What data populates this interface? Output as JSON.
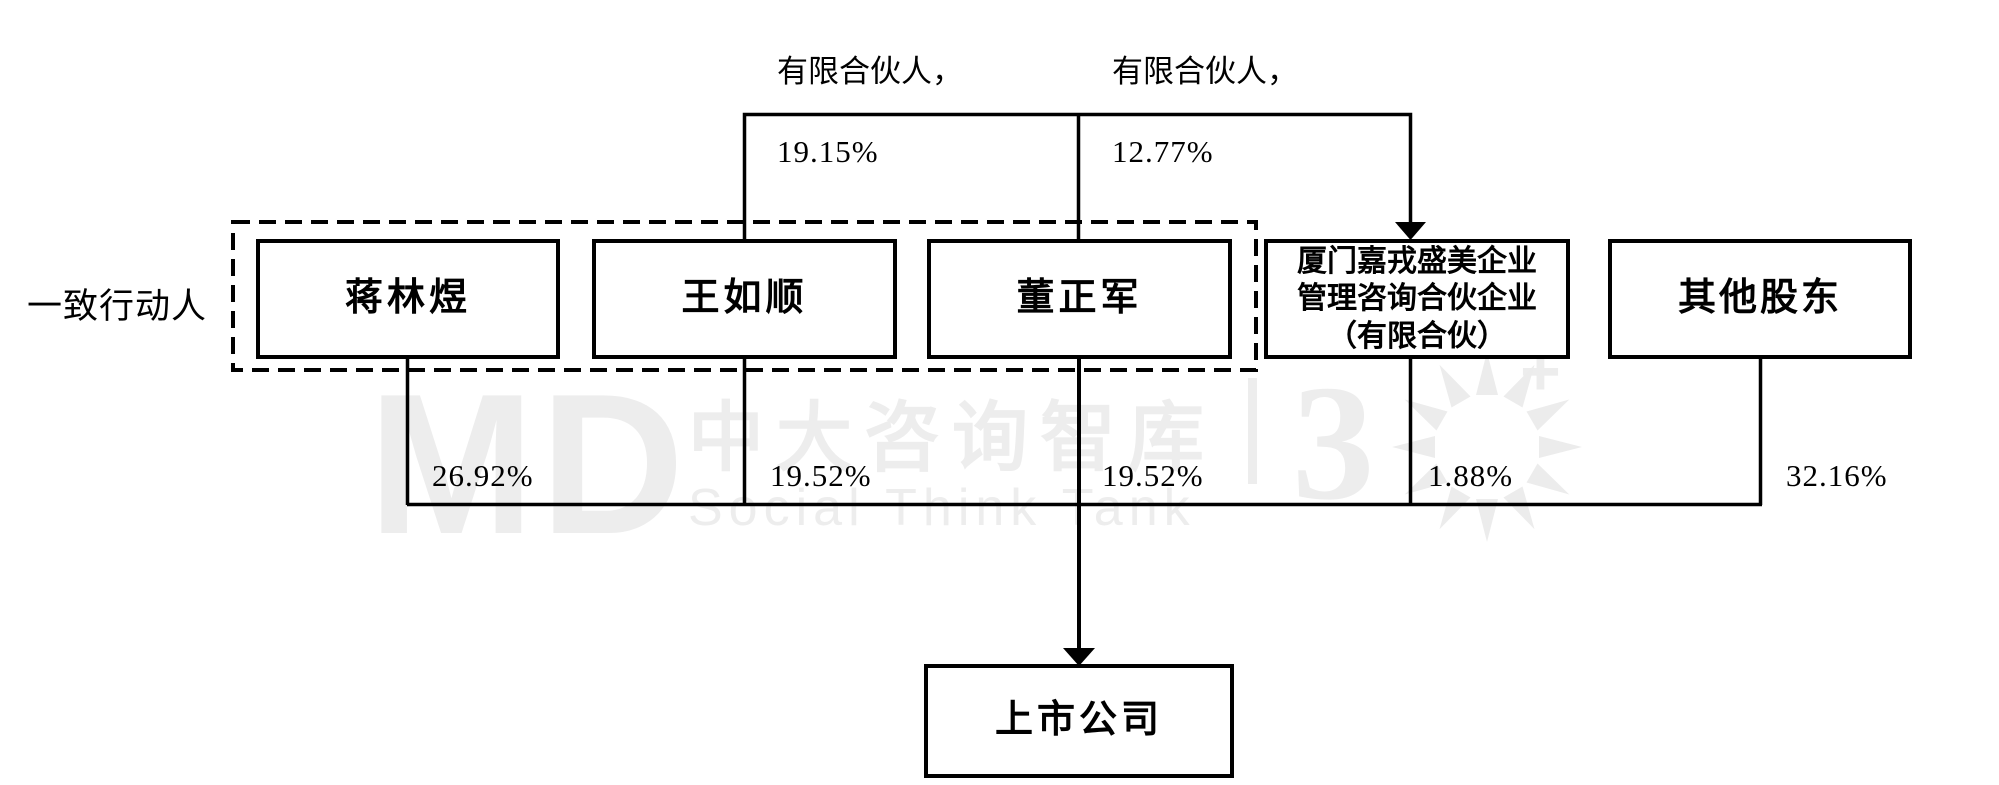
{
  "diagram": {
    "concert_group_label": "一致行动人",
    "top_links": [
      {
        "label": "有限合伙人，",
        "pct": "19.15%"
      },
      {
        "label": "有限合伙人，",
        "pct": "12.77%"
      }
    ],
    "nodes": {
      "jiang": "蒋林煜",
      "wang": "王如顺",
      "dong": "董正军",
      "xiamen_line1": "厦门嘉戎盛美企业",
      "xiamen_line2": "管理咨询合伙企业",
      "xiamen_line3": "（有限合伙）",
      "others": "其他股东",
      "listed": "上市公司"
    },
    "ownership_pcts": {
      "jiang": "26.92%",
      "wang": "19.52%",
      "dong": "19.52%",
      "xiamen": "1.88%",
      "others": "32.16%"
    }
  },
  "watermark": {
    "logo_m": "M",
    "logo_d": "D",
    "cn_text": "中大咨询智库",
    "divider": "|",
    "three": "3",
    "plus": "+",
    "en_text": "Social Think Tank"
  },
  "colors": {
    "line": "#000000",
    "watermark": "#ededed",
    "background": "#ffffff"
  }
}
